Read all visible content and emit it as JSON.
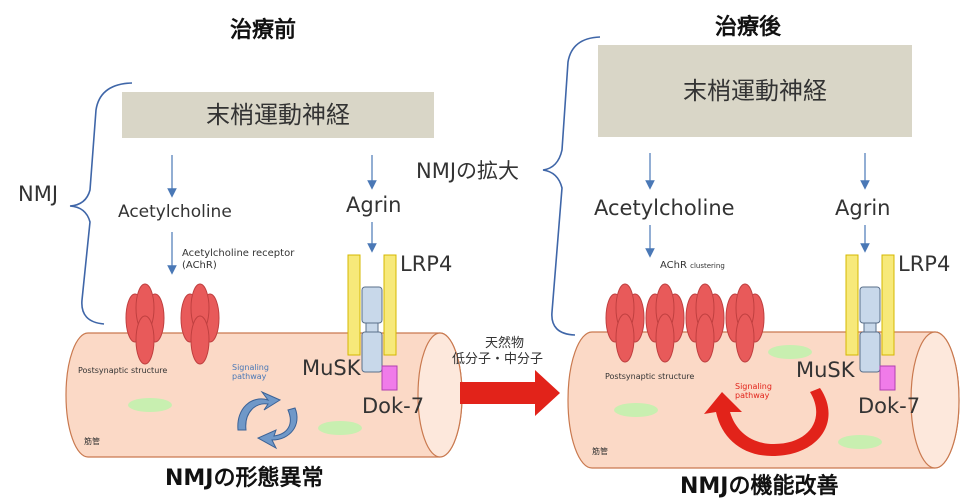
{
  "left": {
    "title": "治療前",
    "nerve": "末梢運動神経",
    "nmj": "NMJ",
    "acetylcholine": "Acetylcholine",
    "receptor_line1": "Acetylcholine receptor",
    "receptor_line2": "(AChR)",
    "agrin": "Agrin",
    "lrp4": "LRP4",
    "musk": "MuSK",
    "dok7": "Dok-7",
    "postsynaptic": "Postsynaptic structure",
    "signaling": "Signaling pathway",
    "muscle": "筋管",
    "caption": "NMJの形態異常"
  },
  "middle": {
    "line1": "天然物",
    "line2": "低分子・中分子"
  },
  "right": {
    "title": "治療後",
    "nerve": "末梢運動神経",
    "nmj": "NMJの拡大",
    "acetylcholine": "Acetylcholine",
    "achr": "AChR",
    "clustering": "clustering",
    "agrin": "Agrin",
    "lrp4": "LRP4",
    "musk": "MuSK",
    "dok7": "Dok-7",
    "postsynaptic": "Postsynaptic structure",
    "signaling": "Signaling pathway",
    "muscle": "筋管",
    "caption": "NMJの機能改善"
  },
  "colors": {
    "muscle_fill": "#fbd9c6",
    "muscle_stroke": "#c9794f",
    "receptor": "#e85a5a",
    "lrp4": "#f7e97a",
    "musk": "#c8d8ea",
    "dok7": "#f07be9",
    "green_spot": "#c8efb0",
    "red_arrow": "#e2231a",
    "blue_arrow": "#4a78b6"
  }
}
